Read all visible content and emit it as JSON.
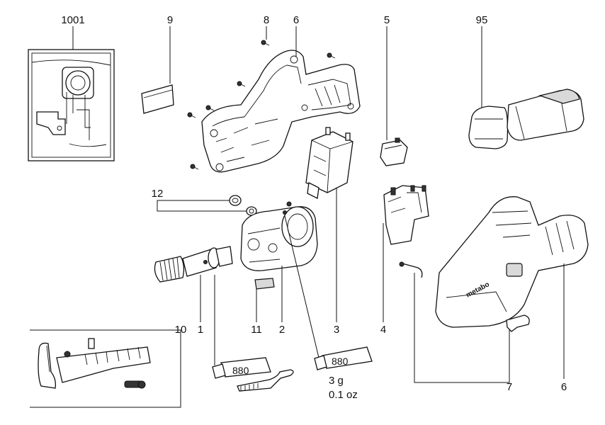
{
  "callouts": {
    "c1001": "1001",
    "c9": "9",
    "c8": "8",
    "c6_top": "6",
    "c5": "5",
    "c95": "95",
    "c12": "12",
    "c10": "10",
    "c1": "1",
    "c11": "11",
    "c2": "2",
    "c3": "3",
    "c4": "4",
    "c7": "7",
    "c6_bottom": "6"
  },
  "tubes": {
    "left_label": "880",
    "right_label": "880",
    "amount_g": "3 g",
    "amount_oz": "0.1 oz"
  },
  "brand": "metabo"
}
